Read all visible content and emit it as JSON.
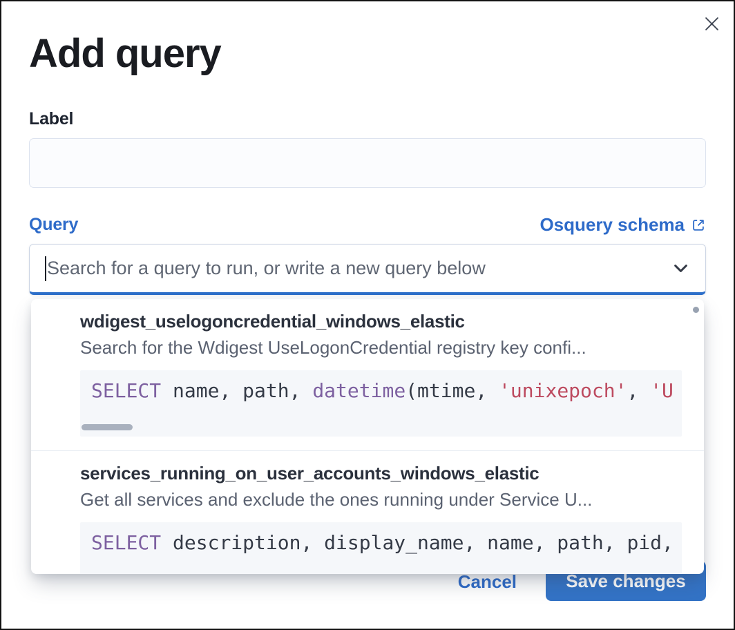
{
  "modal": {
    "title": "Add query"
  },
  "form": {
    "label_field": {
      "label": "Label",
      "value": ""
    },
    "query_field": {
      "label": "Query",
      "schema_link_label": "Osquery schema",
      "placeholder": "Search for a query to run, or write a new query below"
    }
  },
  "dropdown": {
    "options": [
      {
        "title": "wdigest_uselogoncredential_windows_elastic",
        "description": "Search for the Wdigest UseLogonCredential registry key confi...",
        "code": [
          {
            "type": "keyword",
            "text": "SELECT"
          },
          {
            "type": "plain",
            "text": " name, path, "
          },
          {
            "type": "keyword",
            "text": "datetime"
          },
          {
            "type": "plain",
            "text": "(mtime, "
          },
          {
            "type": "string",
            "text": "'unixepoch'"
          },
          {
            "type": "plain",
            "text": ", "
          },
          {
            "type": "string",
            "text": "'U"
          }
        ]
      },
      {
        "title": "services_running_on_user_accounts_windows_elastic",
        "description": "Get all services and exclude the ones running under Service U...",
        "code": [
          {
            "type": "keyword",
            "text": "SELECT"
          },
          {
            "type": "plain",
            "text": " description, display_name, name, path, pid,"
          }
        ]
      }
    ]
  },
  "footer": {
    "cancel_label": "Cancel",
    "save_label": "Save changes"
  },
  "icons": {
    "close": "x-mark",
    "chevron_down": "chevron-down",
    "external_link": "popout-arrow",
    "code_scrollbar": "horizontal-thumb",
    "dropdown_scrollbar": "vertical-thumb"
  },
  "colors": {
    "primary_blue": "#2e6bc9",
    "save_button_fill": "#3373c6",
    "focus_underline": "#2e70ca",
    "code_keyword": "#7d60a0",
    "code_string": "#bd4a5f",
    "code_background": "#f5f7fa",
    "title_text": "#1a1c21",
    "subdued_text": "#5b6271"
  }
}
